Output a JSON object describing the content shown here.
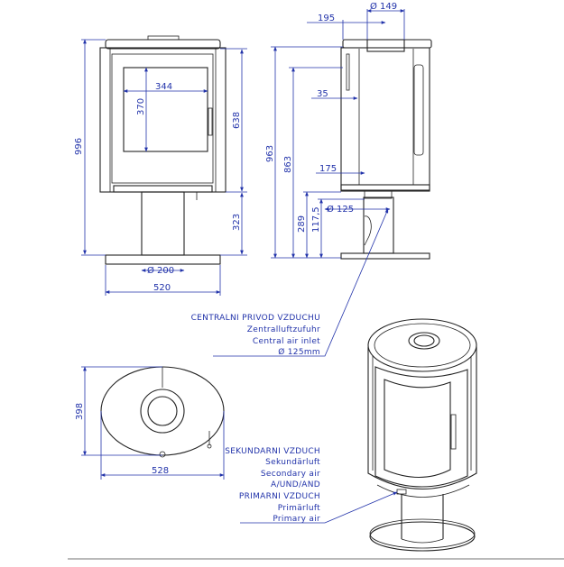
{
  "front": {
    "dim_height_total": "996",
    "dim_height_body": "638",
    "dim_height_pedestal": "323",
    "dim_window_width": "344",
    "dim_window_height": "370",
    "dim_base_diameter": "Ø 200",
    "dim_base_width": "520"
  },
  "side": {
    "dim_top_offset": "195",
    "dim_flue_diameter": "Ø 149",
    "dim_35": "35",
    "dim_175": "175",
    "dim_963": "963",
    "dim_863": "863",
    "dim_289": "289",
    "dim_117_5": "117,5",
    "dim_inlet_diameter": "Ø 125"
  },
  "plan": {
    "dim_depth": "398",
    "dim_width": "528"
  },
  "notes": {
    "central_air": [
      "CENTRALNI PRIVOD VZDUCHU",
      "Zentralluftzufuhr",
      "Central air inlet",
      "Ø 125mm"
    ],
    "secondary_primary": [
      "SEKUNDARNI VZDUCH",
      "Sekundärluft",
      "Secondary air",
      "A/UND/AND",
      "PRIMARNI VZDUCH",
      "Primärluft",
      "Primary air"
    ]
  }
}
